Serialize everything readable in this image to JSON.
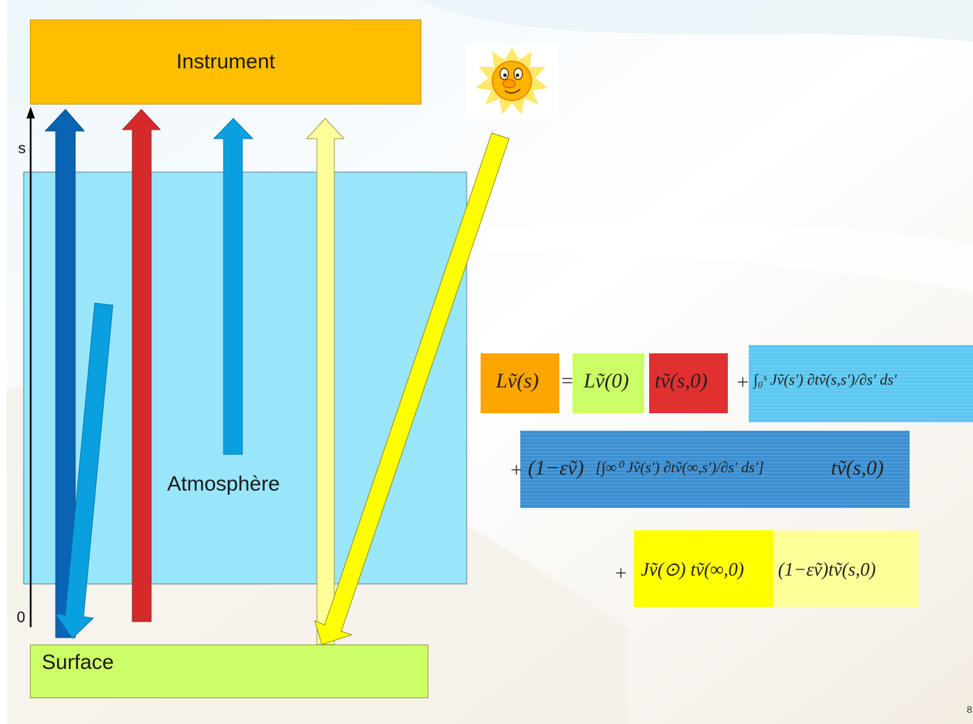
{
  "labels": {
    "instrument": "Instrument",
    "atmosphere": "Atmosphère",
    "surface": "Surface",
    "axis_top": "s",
    "axis_bottom": "0",
    "page_number": "8"
  },
  "equation": {
    "line1": {
      "lhs": "Lṽ(s)",
      "equals": "=",
      "term_emission": "Lṽ(0)",
      "term_transmission": "tṽ(s,0)",
      "plus": "+",
      "term_atmosphere": "∫₀ˢ Jṽ(s') ∂tṽ(s,s')/∂s' ds'"
    },
    "line2": {
      "plus": "+",
      "term_reflection": "(1−εṽ)",
      "term_integral": "[∫∞⁰ Jṽ(s') ∂tṽ(∞,s')/∂s' ds']",
      "term_transmission": "tṽ(s,0)"
    },
    "line3": {
      "plus": "+",
      "term_solar": "Jṽ(⊙) tṽ(∞,0)",
      "term_reflected": "(1−εṽ)tṽ(s,0)"
    }
  },
  "colors": {
    "instrument": "#ffbf00",
    "atmosphere": "#99e6fb",
    "surface": "#ccff66",
    "arrow_dark_blue": "#0a64b4",
    "arrow_red": "#d42a2a",
    "arrow_blue": "#0aa0e0",
    "arrow_light_yellow": "#ffff99",
    "arrow_yellow": "#ffff00",
    "eq_orange": "#ffa500",
    "eq_green": "#ccff66",
    "eq_red": "#e03030",
    "eq_blue": "#5bc8f0",
    "eq_dark_blue": "#3b8fd2",
    "eq_yellow": "#ffff00",
    "eq_light_yellow": "#ffff99"
  },
  "icons": {
    "sun": "smiling-sun-icon"
  }
}
